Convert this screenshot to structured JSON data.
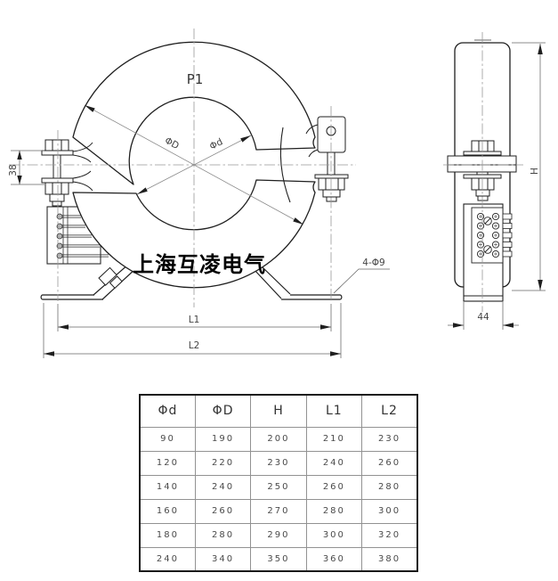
{
  "front": {
    "p1_label": "P1",
    "outer_dia_label": "ΦD",
    "inner_dia_label": "Φd",
    "clamp_gap_dim": "38",
    "mount_holes_label": "4-Φ9",
    "l1_label": "L1",
    "l2_label": "L2",
    "brand_text": "上海互凌电气"
  },
  "side": {
    "height_label": "H",
    "depth_dim": "44"
  },
  "table": {
    "headers": [
      "Φd",
      "ΦD",
      "H",
      "L1",
      "L2"
    ],
    "rows": [
      [
        "90",
        "190",
        "200",
        "210",
        "230"
      ],
      [
        "120",
        "220",
        "230",
        "240",
        "260"
      ],
      [
        "140",
        "240",
        "250",
        "260",
        "280"
      ],
      [
        "160",
        "260",
        "270",
        "280",
        "300"
      ],
      [
        "180",
        "280",
        "290",
        "300",
        "320"
      ],
      [
        "240",
        "340",
        "350",
        "360",
        "380"
      ]
    ]
  },
  "colors": {
    "outline": "#1f1f1f",
    "thin_line": "#777777",
    "centerline": "#999999",
    "background": "#ffffff"
  }
}
